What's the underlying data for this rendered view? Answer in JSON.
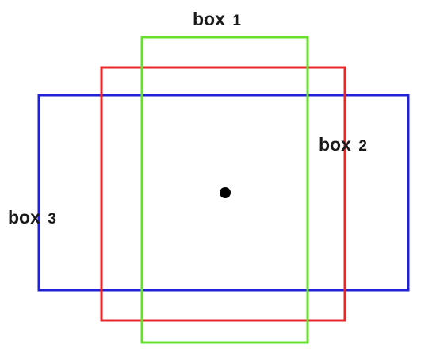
{
  "diagram": {
    "boxes": [
      {
        "id": "box1",
        "word": "box",
        "number": "1",
        "color": "#66e02a"
      },
      {
        "id": "box2",
        "word": "box",
        "number": "2",
        "color": "#e8262a"
      },
      {
        "id": "box3",
        "word": "box",
        "number": "3",
        "color": "#2121d6"
      }
    ],
    "center_point_color": "#000000"
  }
}
